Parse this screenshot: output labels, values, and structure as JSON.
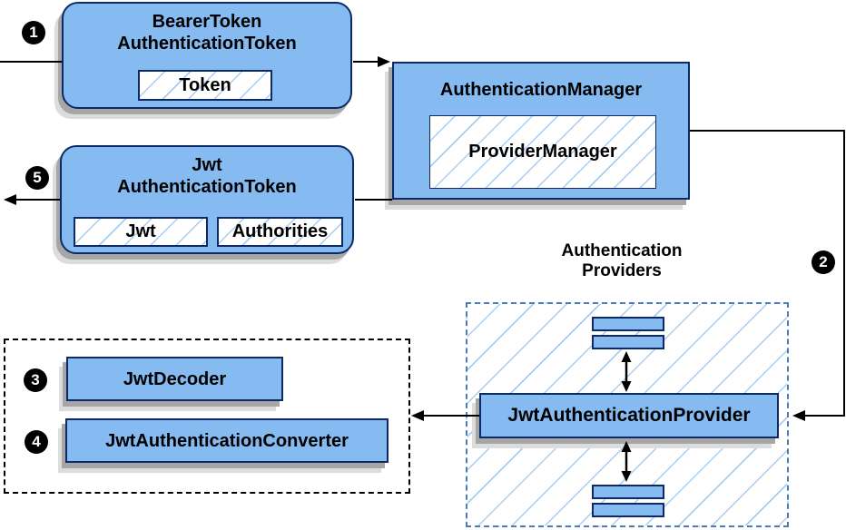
{
  "colors": {
    "node_fill": "#85BBF0",
    "node_border": "#0E2A66",
    "hatch_line": "#A9CCF1",
    "providers_border": "#4A7CBA",
    "wire": "#000000",
    "shadow_dark": "#A6A6A6",
    "shadow_light": "#DCDCDC",
    "badge_bg": "#000000",
    "badge_text": "#FFFFFF"
  },
  "badges": {
    "step1": "1",
    "step2": "2",
    "step3": "3",
    "step4": "4",
    "step5": "5"
  },
  "nodes": {
    "bearer_token": {
      "line1": "BearerToken",
      "line2": "AuthenticationToken",
      "inner": "Token"
    },
    "authentication_manager": {
      "title": "AuthenticationManager",
      "inner": "ProviderManager"
    },
    "jwt_authentication_token": {
      "line1": "Jwt",
      "line2": "AuthenticationToken",
      "inner_left": "Jwt",
      "inner_right": "Authorities"
    },
    "providers_group": {
      "label_line1": "Authentication",
      "label_line2": "Providers"
    },
    "jwt_authentication_provider": {
      "title": "JwtAuthenticationProvider"
    },
    "jwt_decoder": {
      "title": "JwtDecoder"
    },
    "jwt_authentication_converter": {
      "title": "JwtAuthenticationConverter"
    }
  }
}
